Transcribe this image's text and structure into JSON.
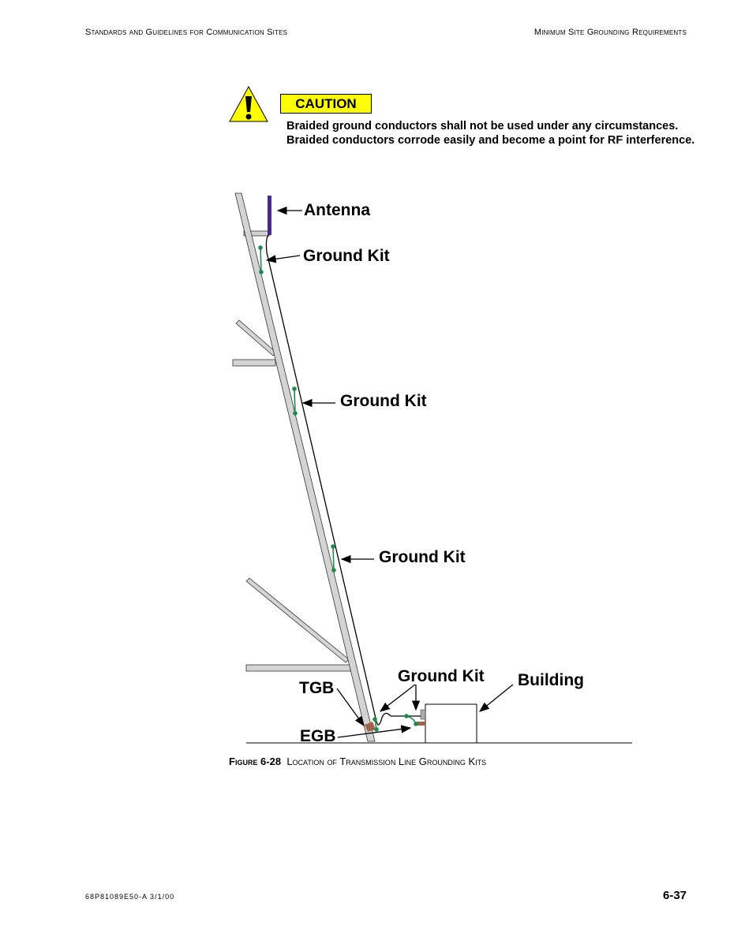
{
  "header": {
    "left": "Standards and Guidelines for Communication Sites",
    "right": "Minimum Site Grounding Requirements"
  },
  "caution": {
    "badge": "CAUTION",
    "text": "Braided ground conductors shall not be used under any circumstances. Braided conductors corrode easily and become a point for RF interference."
  },
  "figure": {
    "labels": {
      "antenna": "Antenna",
      "ground_kit_1": "Ground Kit",
      "ground_kit_2": "Ground Kit",
      "ground_kit_3": "Ground Kit",
      "ground_kit_4": "Ground Kit",
      "building": "Building",
      "tgb": "TGB",
      "egb": "EGB"
    },
    "colors": {
      "antenna": "#4b2a8a",
      "ground_kit": "#1f8a4c",
      "tower": "#d4d4d4",
      "bus_bar": "#a0624a",
      "caution": "#ffff00"
    },
    "caption_number": "Figure 6-28",
    "caption_title": "Location of Transmission Line Grounding Kits"
  },
  "footer": {
    "doc_id": "68P81089E50-A   3/1/00",
    "page": "6-37"
  }
}
